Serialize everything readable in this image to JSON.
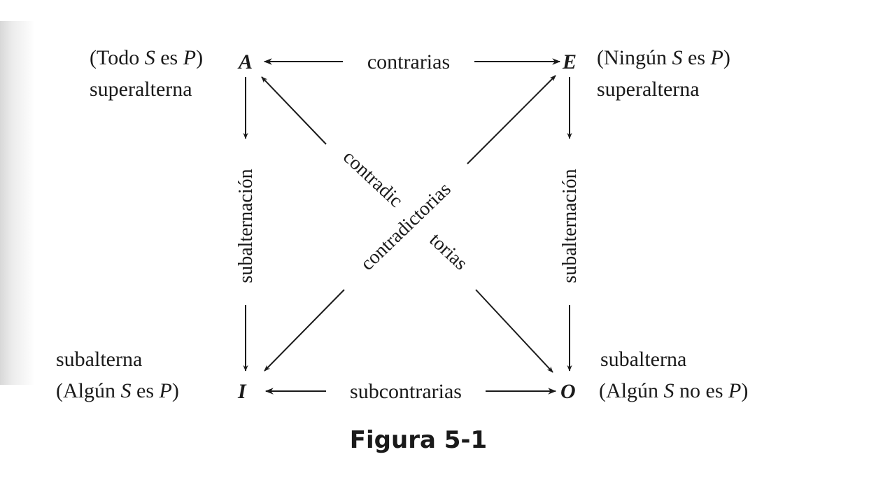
{
  "corners": {
    "A": "A",
    "E": "E",
    "I": "I",
    "O": "O"
  },
  "propositions": {
    "A": {
      "pre": "(Todo ",
      "s": "S",
      "mid": " es ",
      "p": "P",
      "post": ")"
    },
    "E": {
      "pre": "(Ningún ",
      "s": "S",
      "mid": " es ",
      "p": "P",
      "post": ")"
    },
    "I": {
      "pre": "(Algún ",
      "s": "S",
      "mid": " es ",
      "p": "P",
      "post": ")"
    },
    "O": {
      "pre": "(Algún ",
      "s": "S",
      "mid": " no es ",
      "p": "P",
      "post": ")"
    }
  },
  "roles": {
    "A": "superalterna",
    "E": "superalterna",
    "I": "subalterna",
    "O": "subalterna"
  },
  "relations": {
    "contrarias": "contrarias",
    "subcontrarias": "subcontrarias",
    "subalternacion_left": "subalternación",
    "subalternacion_right": "subalternación",
    "contradictorias_ie": "contradictorias",
    "contradictorias_ao_part1": "contradic",
    "contradictorias_ao_part2": "torias"
  },
  "caption": "Figura 5-1",
  "colors": {
    "ink": "#1a1a1a",
    "background": "#ffffff"
  }
}
